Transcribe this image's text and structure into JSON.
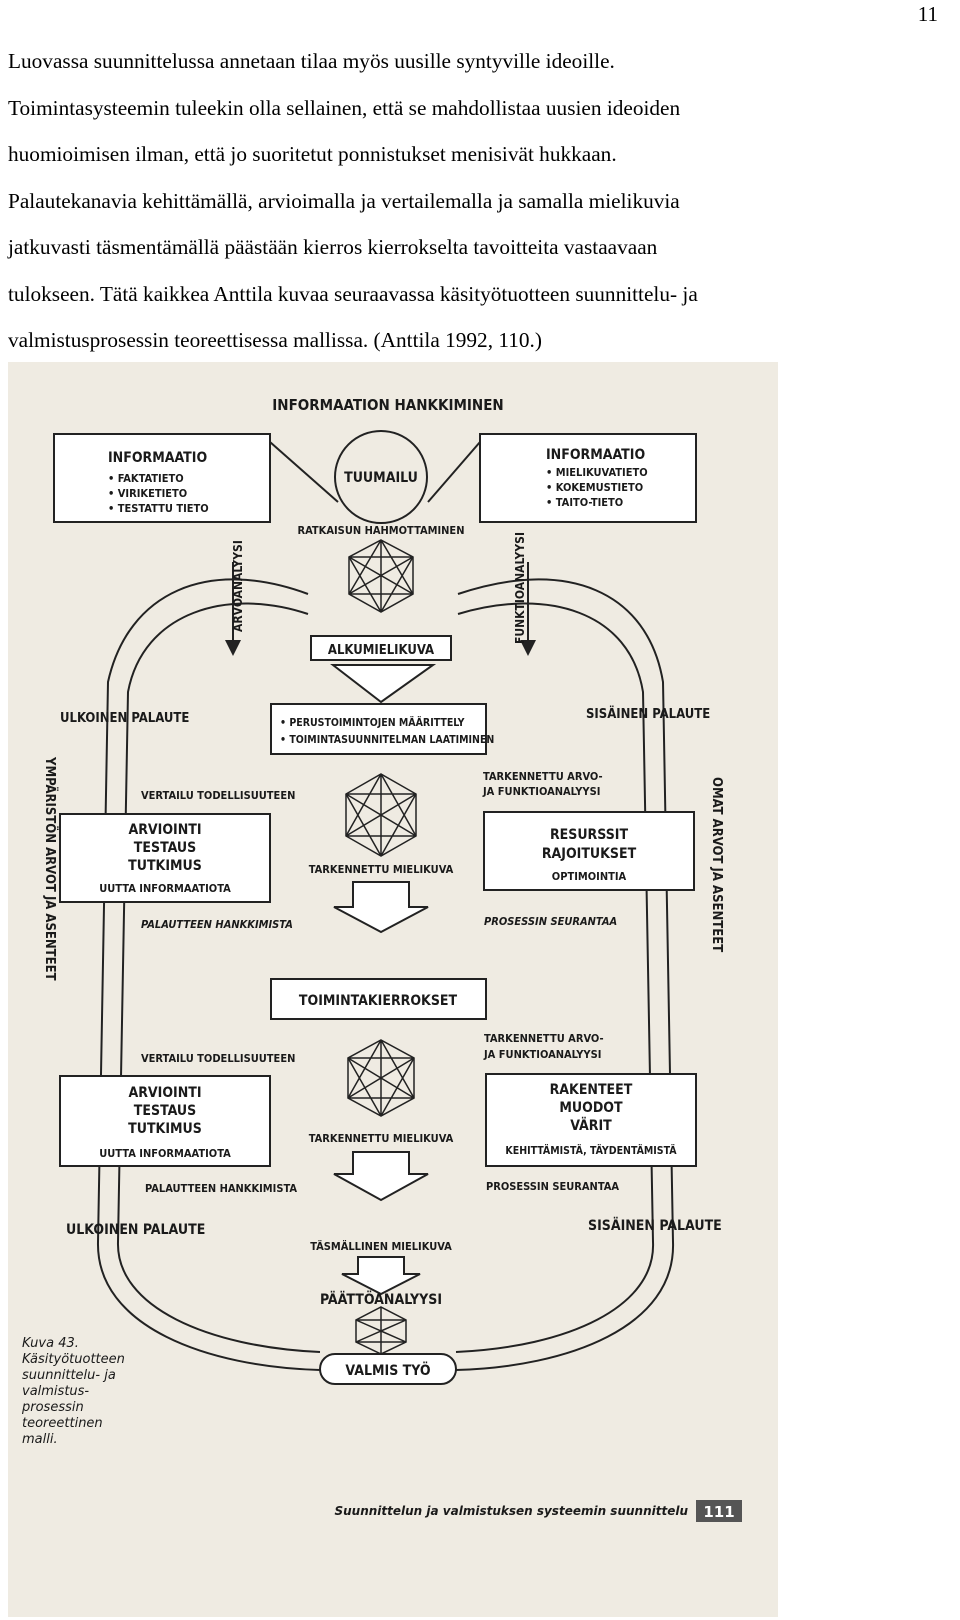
{
  "page_number": "11",
  "intro_paragraph": "Luovassa suunnittelussa annetaan tilaa myös uusille syntyville ideoille.\nToimintasysteemin tuleekin olla sellainen, että se mahdollistaa uusien ideoiden\nhuomioimisen ilman, että jo suoritetut ponnistukset menisivät hukkaan.\nPalautekanavia kehittämällä, arvioimalla ja vertailemalla ja samalla mielikuvia\njatkuvasti täsmentämällä päästään kierros kierrokselta tavoitteita vastaavaan\ntulokseen. Tätä kaikkea Anttila kuvaa seuraavassa käsityötuotteen suunnittelu- ja\nvalmistusprosessin teoreettisessa mallissa. (Anttila 1992, 110.)",
  "diagram": {
    "title": "INFORMAATION HANKKIMINEN",
    "info_left": {
      "title": "INFORMAATIO",
      "items": [
        "• FAKTATIETO",
        "• VIRIKETIETO",
        "• TESTATTU TIETO"
      ]
    },
    "info_right": {
      "title": "INFORMAATIO",
      "items": [
        "• MIELIKUVATIETO",
        "• KOKEMUSTIETO",
        "• TAITO-TIETO"
      ]
    },
    "tuumailu": "TUUMAILU",
    "ratkaisun": "RATKAISUN HAHMOTTAMINEN",
    "arvoanalyysi": "ARVOANALYYSI",
    "funktioanalyysi": "FUNKTIOANALYYSI",
    "alkumielikuva": "ALKUMIELIKUVA",
    "ulkoinen_palaute": "ULKOINEN PALAUTE",
    "sisainen_palaute": "SISÄINEN PALAUTE",
    "basic_box": [
      "• PERUSTOIMINTOJEN MÄÄRITTELY",
      "• TOIMINTASUUNNITELMAN LAATIMINEN"
    ],
    "left_vertical": "YMPÄRISTÖN ARVOT JA ASENTEET",
    "right_vertical": "OMAT ARVOT JA ASENTEET",
    "vertailu": "VERTAILU TODELLISUUTEEN",
    "arviointi_box": [
      "ARVIOINTI",
      "TESTAUS",
      "TUTKIMUS",
      "UUTTA INFORMAATIOTA"
    ],
    "palautteen_italic": "PALAUTTEEN HANKKIMISTA",
    "palautteen_plain": "PALAUTTEEN HANKKIMISTA",
    "tarkennettu_arvo": [
      "TARKENNETTU ARVO-",
      "JA FUNKTIOANALYYSI"
    ],
    "resurssit_box": [
      "RESURSSIT",
      "RAJOITUKSET",
      "OPTIMOINTIA"
    ],
    "tarkennettu_mielikuva": "TARKENNETTU MIELIKUVA",
    "prosessin_italic": "PROSESSIN SEURANTAA",
    "prosessin_plain": "PROSESSIN SEURANTAA",
    "toimintakierrokset": "TOIMINTAKIERROKSET",
    "rakenteet_box": [
      "RAKENTEET",
      "MUODOT",
      "VÄRIT",
      "KEHITTÄMISTÄ, TÄYDENTÄMISTÄ"
    ],
    "tasmallinen": "TÄSMÄLLINEN MIELIKUVA",
    "paattoanalyysi": "PÄÄTTÖANALYYSI",
    "valmis_tyo": "VALMIS TYÖ",
    "caption": [
      "Kuva 43.",
      "Käsityötuotteen",
      "suunnittelu- ja",
      "valmistus-",
      "prosessin",
      "teoreettinen",
      "malli."
    ],
    "footer_text": "Suunnittelun ja valmistuksen systeemin suunnittelu",
    "footer_page": "111"
  }
}
